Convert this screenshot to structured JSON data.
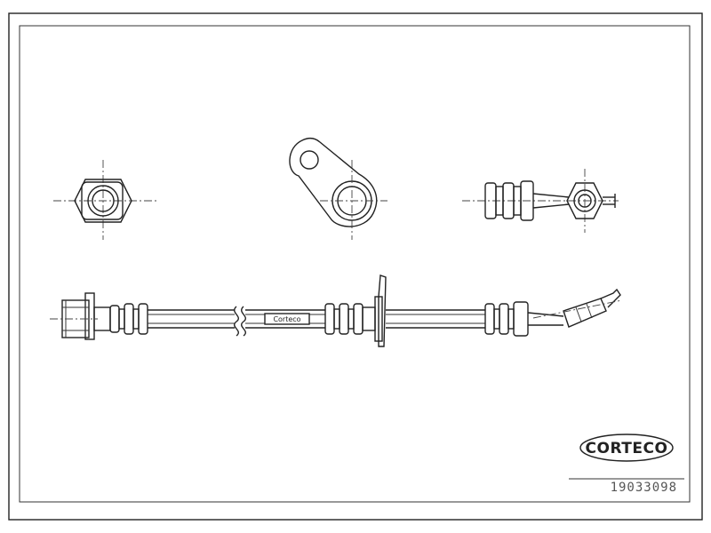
{
  "brand": {
    "logo_text": "CORTECO"
  },
  "part_number": "19033098",
  "hose_label": "Corteco",
  "colors": {
    "line": "#222222",
    "background": "#ffffff"
  }
}
